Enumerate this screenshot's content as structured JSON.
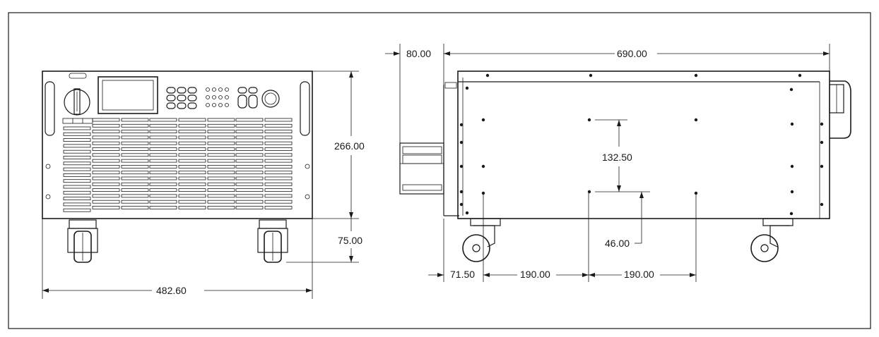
{
  "dimensions": {
    "front_width": "482.60",
    "front_height": "266.00",
    "caster_height": "75.00",
    "rear_offset": "80.00",
    "side_length": "690.00",
    "hole_vertical": "132.50",
    "hole_from_bottom": "46.00",
    "hole_from_front": "71.50",
    "hole_spacing_1": "190.00",
    "hole_spacing_2": "190.00"
  }
}
